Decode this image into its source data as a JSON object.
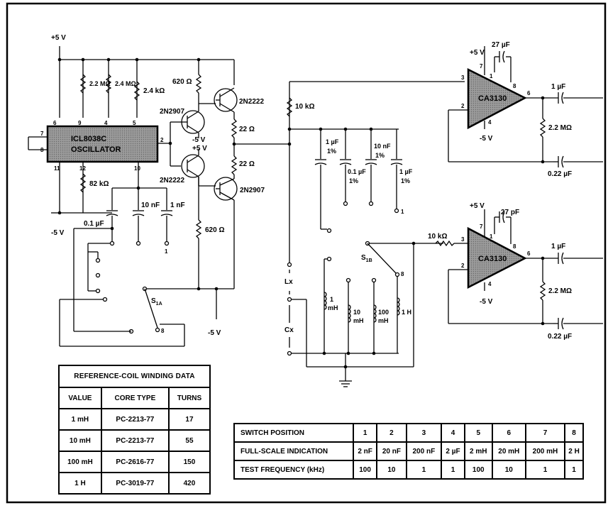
{
  "supply": {
    "pos": "+5 V",
    "neg": "-5 V"
  },
  "oscillator": {
    "name": "ICL8038C",
    "name2": "OSCILLATOR",
    "pins": [
      "7",
      "8",
      "6",
      "9",
      "4",
      "5",
      "2",
      "11",
      "12",
      "10"
    ],
    "resistors": [
      "2.2 MΩ",
      "2.4 MΩ",
      "2.4 kΩ",
      "82 kΩ"
    ],
    "caps": [
      "0.1 µF",
      "10 nF",
      "1 nF"
    ]
  },
  "buffer": {
    "transistors": [
      "2N2907",
      "2N2222",
      "2N2222",
      "2N2907"
    ],
    "resistors": [
      "620 Ω",
      "22 Ω",
      "22 Ω",
      "620 Ω"
    ],
    "supply_labels": [
      "-5 V",
      "+5 V"
    ]
  },
  "switch_a": {
    "label": "S",
    "sub": "1A",
    "pos_a": "1",
    "pos_b": "8"
  },
  "switch_b": {
    "label": "S",
    "sub": "1B",
    "pos_b": "8"
  },
  "range_network": {
    "r_in": "10 kΩ",
    "caps": [
      {
        "value": "1 µF",
        "tol": "1%"
      },
      {
        "value": "0.1 µF",
        "tol": "1%"
      },
      {
        "value": "10 nF",
        "tol": "1%"
      },
      {
        "value": "1 µF",
        "tol": "1%"
      }
    ],
    "pos_label": "1"
  },
  "terminals": {
    "lx": "Lx",
    "cx": "Cx"
  },
  "inductors": [
    {
      "value": "1",
      "unit": "mH"
    },
    {
      "value": "10",
      "unit": "mH"
    },
    {
      "value": "100",
      "unit": "mH"
    },
    {
      "value": "1 H",
      "unit": ""
    }
  ],
  "amp_top": {
    "name": "CA3130",
    "supply_pos": "+5 V",
    "supply_neg": "-5 V",
    "feedback_cap": "27 µF",
    "pins": [
      "7",
      "1",
      "8",
      "3",
      "2",
      "6",
      "4"
    ],
    "out_cap": "1 µF",
    "shunt_r": "2.2 MΩ",
    "shunt_c": "0.22 µF"
  },
  "amp_bottom": {
    "name": "CA3130",
    "supply_pos": "+5 V",
    "supply_neg": "-5 V",
    "feedback_cap": "27 pF",
    "in_r": "10 kΩ",
    "pins": [
      "7",
      "1",
      "8",
      "3",
      "2",
      "6",
      "4"
    ],
    "out_cap": "1 µF",
    "shunt_r": "2.2 MΩ",
    "shunt_c": "0.22 µF"
  },
  "coil_table": {
    "title": "REFERENCE-COIL WINDING DATA",
    "headers": [
      "VALUE",
      "CORE TYPE",
      "TURNS"
    ],
    "rows": [
      [
        "1 mH",
        "PC-2213-77",
        "17"
      ],
      [
        "10 mH",
        "PC-2213-77",
        "55"
      ],
      [
        "100 mH",
        "PC-2616-77",
        "150"
      ],
      [
        "1 H",
        "PC-3019-77",
        "420"
      ]
    ]
  },
  "switch_table": {
    "rows": [
      {
        "label": "SWITCH POSITION",
        "cells": [
          "1",
          "2",
          "3",
          "4",
          "5",
          "6",
          "7",
          "8"
        ]
      },
      {
        "label": "FULL-SCALE INDICATION",
        "cells": [
          "2 nF",
          "20 nF",
          "200 nF",
          "2 µF",
          "2 mH",
          "20 mH",
          "200 mH",
          "2 H"
        ]
      },
      {
        "label": "TEST FREQUENCY (kHz)",
        "cells": [
          "100",
          "10",
          "1",
          "1",
          "100",
          "10",
          "1",
          "1"
        ]
      }
    ]
  }
}
